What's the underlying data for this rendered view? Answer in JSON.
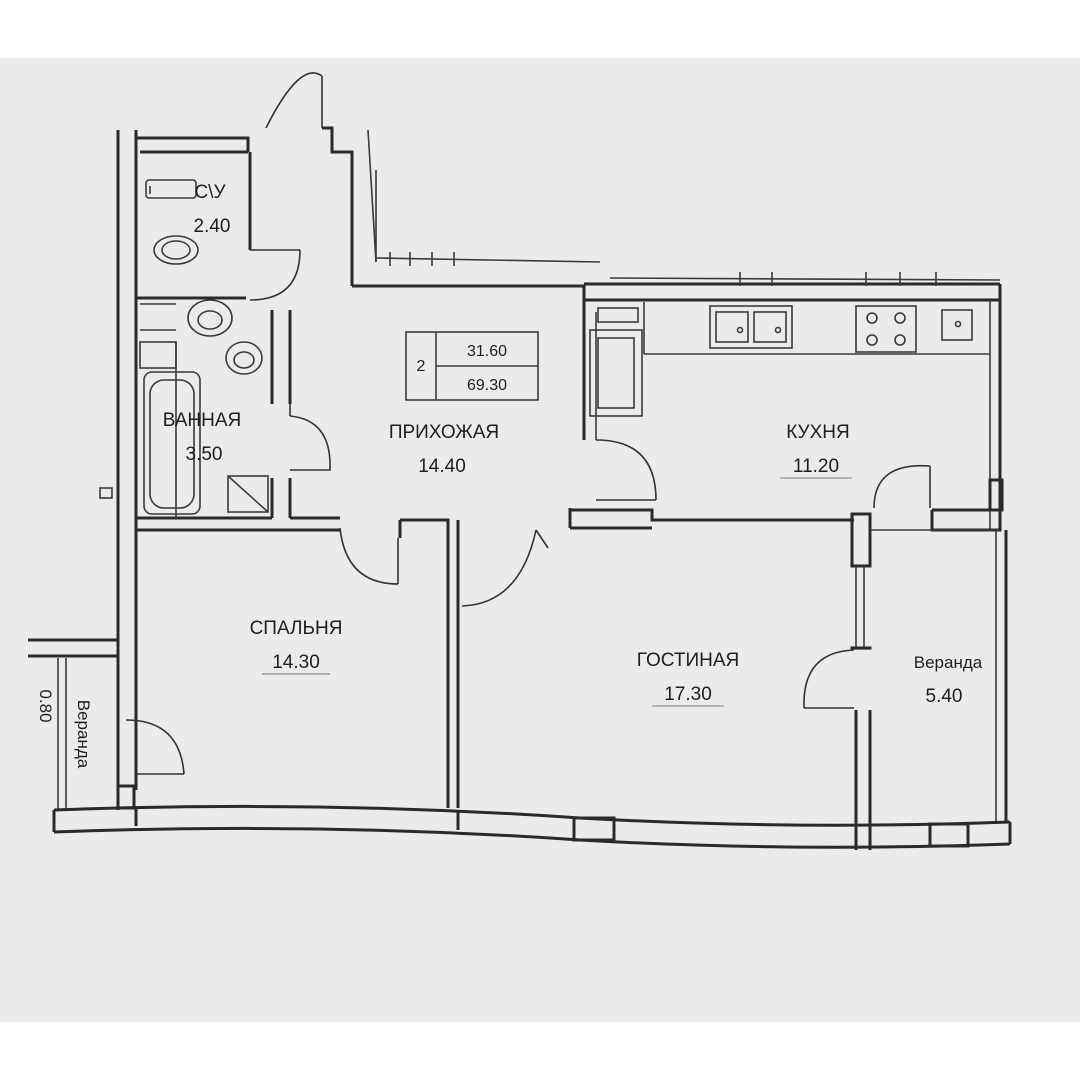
{
  "rooms": {
    "wc": {
      "label": "С\\У",
      "area": "2.40"
    },
    "bathroom": {
      "label": "ВАННАЯ",
      "area": "3.50"
    },
    "hallway": {
      "label": "ПРИХОЖАЯ",
      "area": "14.40"
    },
    "kitchen": {
      "label": "КУХНЯ",
      "area": "11.20"
    },
    "bedroom": {
      "label": "СПАЛЬНЯ",
      "area": "14.30"
    },
    "living": {
      "label": "ГОСТИНАЯ",
      "area": "17.30"
    },
    "veranda_right": {
      "label": "Веранда",
      "area": "5.40"
    },
    "veranda_left": {
      "label": "Веранда",
      "area": "0.80"
    }
  },
  "summary": {
    "room_count": "2",
    "living_area": "31.60",
    "total_area": "69.30"
  },
  "colors": {
    "sheet": "#ebebeb",
    "line": "#2a2a2a",
    "background": "#ffffff"
  }
}
